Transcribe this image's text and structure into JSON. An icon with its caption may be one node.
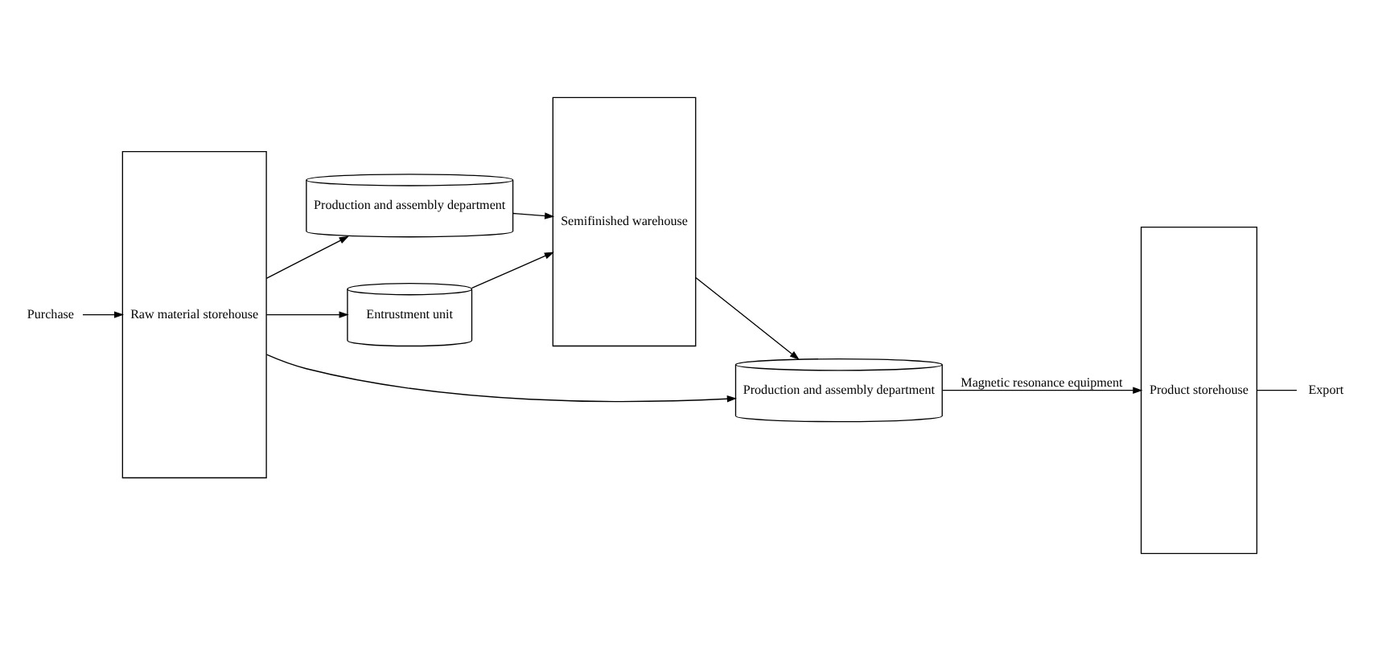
{
  "diagram": {
    "nodes": [
      {
        "text": [
          "Purchase"
        ]
      },
      {
        "text": [
          "Raw material storehouse"
        ]
      },
      {
        "text": [
          "Production and assembly department"
        ]
      },
      {
        "text": [
          "Entrustment unit"
        ]
      },
      {
        "text": [
          "Semifinished warehouse"
        ]
      },
      {
        "text": [
          "Production and assembly department"
        ]
      },
      {
        "text": [
          "Product storehouse"
        ]
      },
      {
        "text": [
          "Export"
        ]
      }
    ],
    "edges": [
      {
        "from": 0,
        "to": 1,
        "arrow": "to"
      },
      {
        "from": 1,
        "to": 2,
        "arrow": "to"
      },
      {
        "from": 2,
        "to": 4,
        "arrow": "to"
      },
      {
        "from": 1,
        "to": 3,
        "arrow": "to"
      },
      {
        "from": 3,
        "to": 4,
        "arrow": "to"
      },
      {
        "from": 4,
        "to": 5,
        "arrow": "to"
      },
      {
        "from": 1,
        "to": 5,
        "arrow": "to"
      },
      {
        "from": 5,
        "to": 6,
        "arrow": "to",
        "label": "Magnetic resonance equipment"
      },
      {
        "from": 6,
        "to": 7,
        "arrow": "none"
      }
    ]
  }
}
